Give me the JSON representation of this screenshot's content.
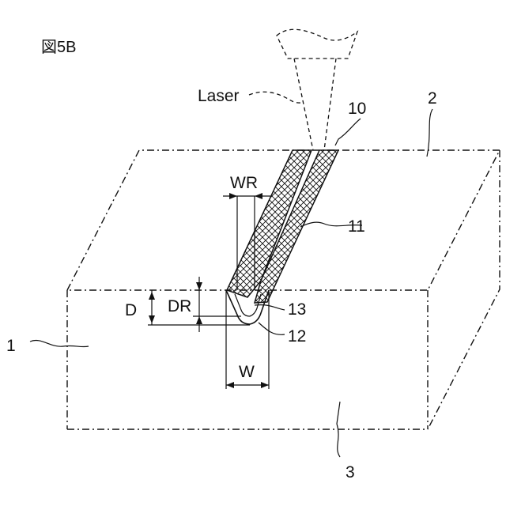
{
  "figure": {
    "title": "図5B",
    "labels": {
      "laser": "Laser",
      "ref_10": "10",
      "ref_2": "2",
      "ref_wr": "WR",
      "ref_11": "11",
      "ref_d": "D",
      "ref_dr": "DR",
      "ref_13": "13",
      "ref_12": "12",
      "ref_1": "1",
      "ref_w": "W",
      "ref_3": "3"
    }
  }
}
